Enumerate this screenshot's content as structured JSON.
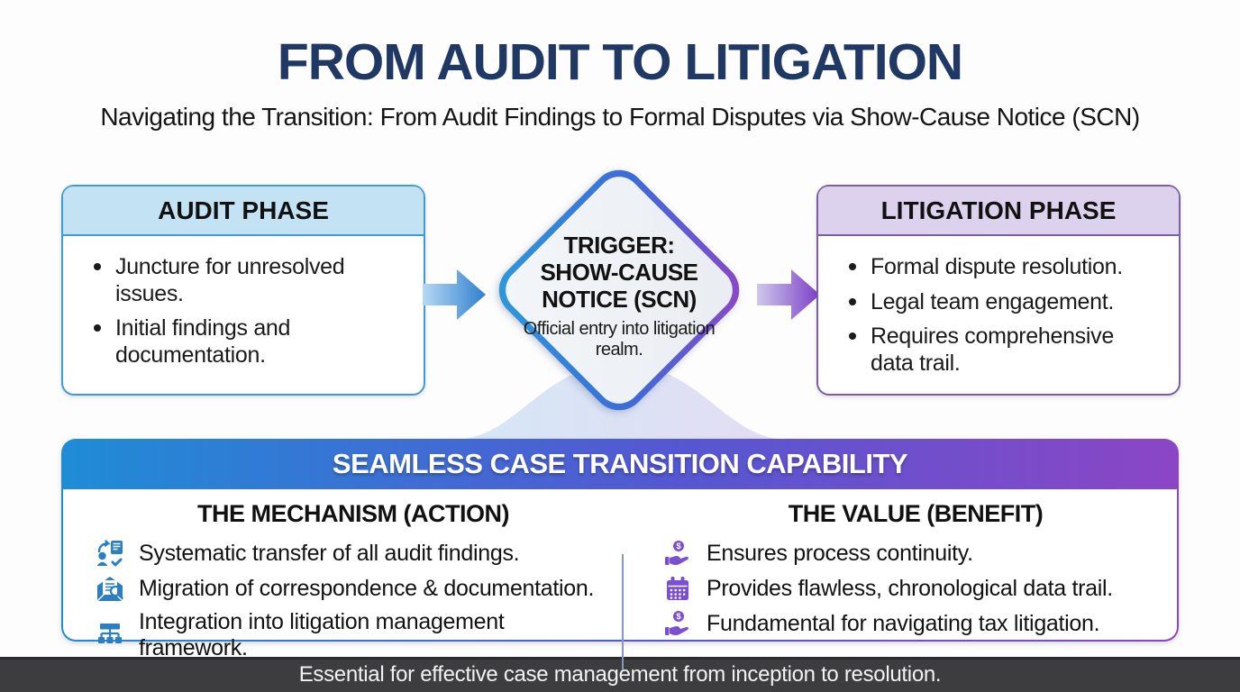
{
  "title": "FROM AUDIT TO LITIGATION",
  "subtitle": "Navigating the Transition: From Audit Findings to Formal Disputes via Show-Cause Notice (SCN)",
  "audit_phase": {
    "title": "AUDIT PHASE",
    "bullets": [
      "Juncture for unresolved issues.",
      "Initial findings and documentation."
    ]
  },
  "trigger_diamond": {
    "line1": "TRIGGER:",
    "line2": "SHOW-CAUSE",
    "line3": "NOTICE (SCN)",
    "subtext": "Official entry into litigation realm."
  },
  "litigation_phase": {
    "title": "LITIGATION PHASE",
    "bullets": [
      "Formal dispute resolution.",
      "Legal team engagement.",
      "Requires comprehensive data trail."
    ]
  },
  "transition_panel": {
    "title": "SEAMLESS CASE TRANSITION CAPABILITY",
    "mechanism": {
      "title": "THE MECHANISM (ACTION)",
      "items": [
        {
          "icon": "person-transfer-icon",
          "text": "Systematic transfer of all audit findings."
        },
        {
          "icon": "mail-search-icon",
          "text": "Migration of correspondence & documentation."
        },
        {
          "icon": "sitemap-icon",
          "text": "Integration into litigation management framework."
        }
      ]
    },
    "value": {
      "title": "THE VALUE (BENEFIT)",
      "items": [
        {
          "icon": "hand-coin-icon",
          "text": "Ensures process continuity."
        },
        {
          "icon": "calendar-icon",
          "text": "Provides flawless, chronological data trail."
        },
        {
          "icon": "hand-coin-icon",
          "text": "Fundamental for navigating tax litigation."
        }
      ]
    }
  },
  "footer": "Essential for effective case management from inception to resolution.",
  "colors": {
    "title_navy": "#1F3864",
    "audit_header_bg": "#C3E3F5",
    "audit_border": "#3E9BD6",
    "litigation_header_bg": "#DCD2ED",
    "litigation_border": "#7B5EA7",
    "banner_gradient_start": "#1F8CD6",
    "banner_gradient_end": "#8B46C5",
    "diamond_border_start": "#2E9BD8",
    "diamond_border_end": "#9145C6",
    "mechanism_icon_blue": "#2B7FC0",
    "value_icon_purple": "#7A4FD0",
    "footer_bg": "#3D3D40"
  }
}
